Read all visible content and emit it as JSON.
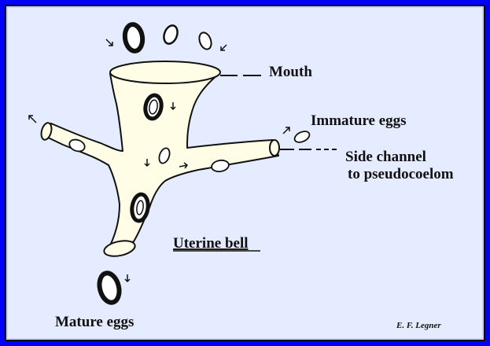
{
  "figure": {
    "labels": {
      "mouth": "Mouth",
      "immature_eggs": "Immature eggs",
      "side_channel_line1": "Side channel",
      "side_channel_line2": "to pseudocoelom",
      "uterine_bell": "Uterine bell",
      "mature_eggs": "Mature eggs",
      "signature": "E. F. Legner"
    },
    "colors": {
      "frame": "#0000ff",
      "background": "#e6ecff",
      "bell_fill": "#fffde6",
      "ink": "#111111"
    }
  }
}
